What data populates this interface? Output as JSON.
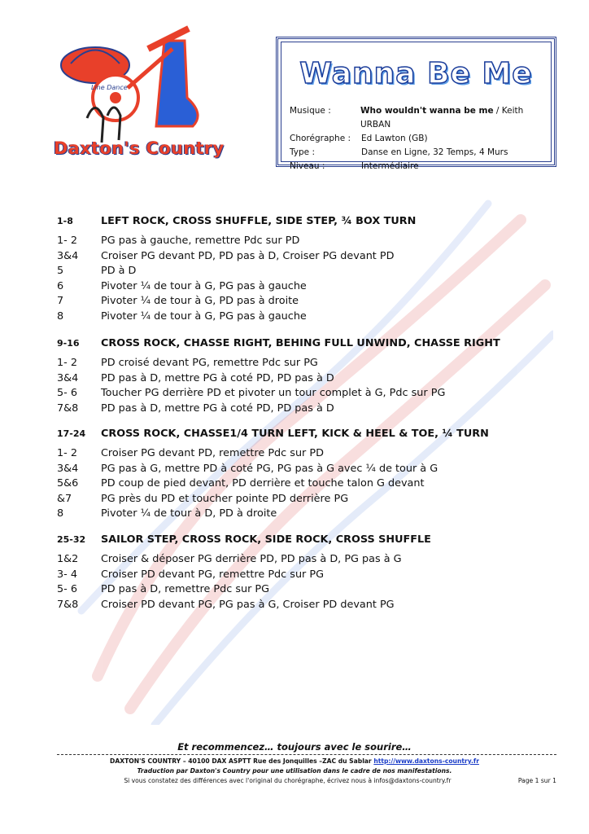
{
  "header": {
    "title": "Wanna Be Me",
    "logo_text": "Daxton's Country",
    "logo_banner": "Line Dance",
    "meta": [
      {
        "label": "Musique :",
        "value_bold": "Who wouldn't wanna be me",
        "value": " / Keith URBAN"
      },
      {
        "label": "Chorégraphe :",
        "value_bold": "",
        "value": "Ed Lawton (GB)"
      },
      {
        "label": "Type :",
        "value_bold": "",
        "value": "Danse en Ligne, 32 Temps, 4 Murs"
      },
      {
        "label": "Niveau :",
        "value_bold": "",
        "value": "Intermédiaire"
      }
    ]
  },
  "sections": [
    {
      "num": "1-8",
      "title": "LEFT ROCK, CROSS SHUFFLE, SIDE STEP, ¾ BOX TURN",
      "steps": [
        {
          "n": "1- 2",
          "t": "PG pas à gauche, remettre Pdc sur PD"
        },
        {
          "n": "3&4",
          "t": "Croiser PG devant PD, PD pas à D, Croiser PG devant PD"
        },
        {
          "n": "5",
          "t": "PD à D"
        },
        {
          "n": "6",
          "t": "Pivoter ¼ de tour à G, PG pas à gauche"
        },
        {
          "n": "7",
          "t": "Pivoter ¼ de tour à G,  PD pas à droite"
        },
        {
          "n": "8",
          "t": "Pivoter ¼ de tour à G,  PG  pas à gauche"
        }
      ]
    },
    {
      "num": "9-16",
      "title": "CROSS ROCK, CHASSE RIGHT, BEHING FULL UNWIND, CHASSE RIGHT",
      "steps": [
        {
          "n": "1- 2",
          "t": "PD croisé devant PG, remettre Pdc sur PG"
        },
        {
          "n": "3&4",
          "t": "PD pas à D, mettre PG à coté PD, PD pas à D"
        },
        {
          "n": "5- 6",
          "t": "Toucher PG derrière PD et pivoter un tour complet à G, Pdc sur PG"
        },
        {
          "n": "7&8",
          "t": "PD pas à D, mettre PG à coté PD, PD pas à D"
        }
      ]
    },
    {
      "num": "17-24",
      "title": "CROSS ROCK, CHASSE1/4 TURN LEFT, KICK & HEEL & TOE, ¼ TURN",
      "steps": [
        {
          "n": "1- 2",
          "t": "Croiser PG devant PD, remettre Pdc sur PD"
        },
        {
          "n": "3&4",
          "t": "PG pas à G, mettre PD à coté PG, PG pas à G avec ¼ de tour à G"
        },
        {
          "n": "5&6",
          "t": "PD coup de pied devant, PD derrière et touche talon G devant"
        },
        {
          "n": "&7",
          "t": "PG près du PD et toucher pointe PD derrière PG"
        },
        {
          "n": "8",
          "t": "Pivoter ¼ de tour à D, PD à droite"
        }
      ]
    },
    {
      "num": "25-32",
      "title": "SAILOR STEP, CROSS ROCK, SIDE ROCK, CROSS SHUFFLE",
      "steps": [
        {
          "n": "1&2",
          "t": "Croiser & déposer PG derrière PD, PD pas à D, PG pas à G"
        },
        {
          "n": "3- 4",
          "t": "Croiser PD devant PG, remettre Pdc sur PG"
        },
        {
          "n": "5- 6",
          "t": "PD pas à D, remettre Pdc sur PG"
        },
        {
          "n": "7&8",
          "t": "Croiser PD devant PG, PG pas à G, Croiser PD devant PG"
        }
      ]
    }
  ],
  "footer": {
    "slogan": "Et recommencez… toujours avec le sourire…",
    "address": "DAXTON'S COUNTRY – 40100 DAX ASPTT Rue des Jonquilles –ZAC du Sablar ",
    "url": "http://www.daxtons-country.fr",
    "translation": "Traduction par Daxton's Country pour une utilisation dans le cadre de nos manifestations.",
    "notice": "Si vous constatez des différences avec l'original du chorégraphe, écrivez nous à infos@daxtons-country.fr",
    "page": "Page 1 sur 1"
  },
  "colors": {
    "accent_red": "#e8402a",
    "accent_blue": "#2a3f8f"
  }
}
